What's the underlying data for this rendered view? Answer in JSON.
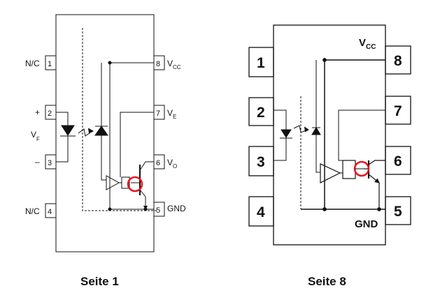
{
  "left_diagram": {
    "caption": "Seite 1",
    "pins": {
      "p1": "1",
      "p2": "2",
      "p3": "3",
      "p4": "4",
      "p5": "5",
      "p6": "6",
      "p7": "7",
      "p8": "8"
    },
    "labels": {
      "p1": "N/C",
      "p4": "N/C",
      "p5": "GND",
      "plus": "+",
      "minus": "–",
      "vf_main": "V",
      "vf_sub": "F",
      "vcc_main": "V",
      "vcc_sub": "CC",
      "ve_main": "V",
      "ve_sub": "E",
      "vo_main": "V",
      "vo_sub": "O"
    }
  },
  "right_diagram": {
    "caption": "Seite 8",
    "pins": {
      "p1": "1",
      "p2": "2",
      "p3": "3",
      "p4": "4",
      "p5": "5",
      "p6": "6",
      "p7": "7",
      "p8": "8"
    },
    "labels": {
      "vcc_main": "V",
      "vcc_sub": "CC",
      "gnd": "GND"
    }
  },
  "colors": {
    "highlight": "#e8141e",
    "line": "#111111"
  }
}
